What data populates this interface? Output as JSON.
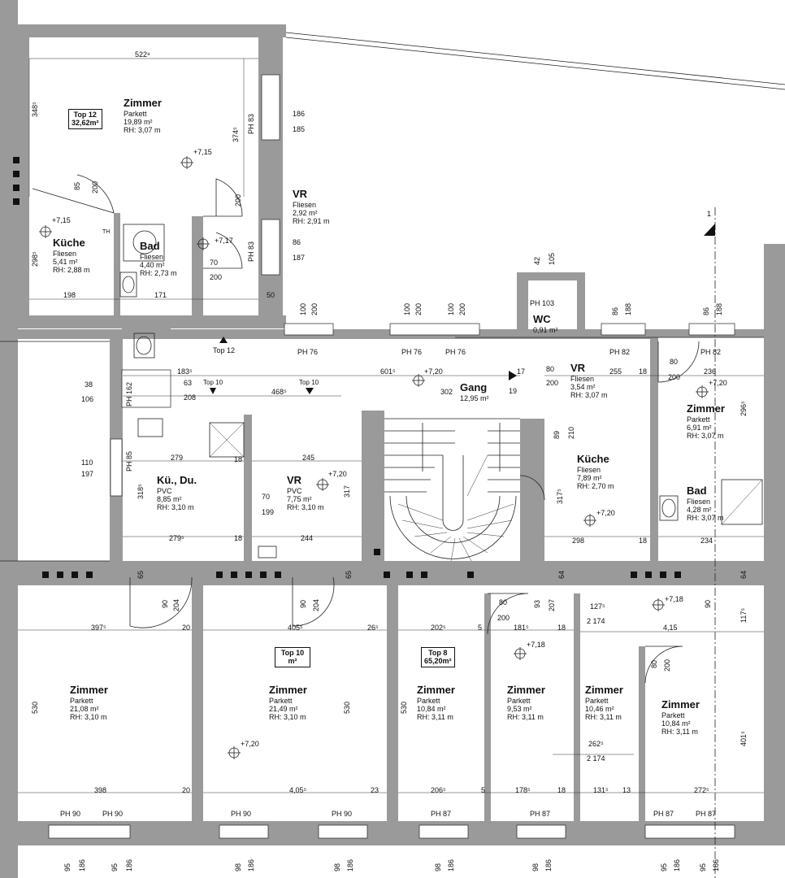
{
  "units": [
    {
      "id": "unit-12",
      "label": "Top 12",
      "area": "32,62m²"
    },
    {
      "id": "unit-10",
      "label": "Top 10",
      "area": "m²"
    },
    {
      "id": "unit-8",
      "label": "Top 8",
      "area": "65,20m²"
    }
  ],
  "rooms": [
    {
      "id": "t12-zimmer",
      "name": "Zimmer",
      "floor": "Parkett",
      "area": "19,89 m²",
      "rh": "RH: 3,07 m"
    },
    {
      "id": "t12-kueche",
      "name": "Küche",
      "floor": "Fliesen",
      "area": "5,41 m²",
      "rh": "RH: 2,88 m"
    },
    {
      "id": "t12-bad",
      "name": "Bad",
      "floor": "Fliesen",
      "area": "4,40 m²",
      "rh": "RH: 2,73 m"
    },
    {
      "id": "t12-vr",
      "name": "VR",
      "floor": "Fliesen",
      "area": "2,92 m²",
      "rh": "RH: 2,91 m"
    },
    {
      "id": "gang",
      "name": "Gang",
      "floor": "",
      "area": "12,95 m²",
      "rh": ""
    },
    {
      "id": "wc",
      "name": "WC",
      "floor": "",
      "area": "0,91 m²",
      "rh": ""
    },
    {
      "id": "t8-vr",
      "name": "VR",
      "floor": "Fliesen",
      "area": "3,54 m²",
      "rh": "RH: 3,07 m"
    },
    {
      "id": "t8-zimmer-ne",
      "name": "Zimmer",
      "floor": "Parkett",
      "area": "6,91 m²",
      "rh": "RH: 3,07 m"
    },
    {
      "id": "t10-kue-du",
      "name": "Kü., Du.",
      "floor": "PVC",
      "area": "8,85 m²",
      "rh": "RH: 3,10 m"
    },
    {
      "id": "t10-vr",
      "name": "VR",
      "floor": "PVC",
      "area": "7,75 m²",
      "rh": "RH: 3,10 m"
    },
    {
      "id": "t8-kueche",
      "name": "Küche",
      "floor": "Fliesen",
      "area": "7,89 m²",
      "rh": "RH: 2,70 m"
    },
    {
      "id": "t8-bad",
      "name": "Bad",
      "floor": "Fliesen",
      "area": "4,28 m²",
      "rh": "RH: 3,07 m"
    },
    {
      "id": "t10-zimmer-1",
      "name": "Zimmer",
      "floor": "Parkett",
      "area": "21,08 m²",
      "rh": "RH: 3,10 m"
    },
    {
      "id": "t10-zimmer-2",
      "name": "Zimmer",
      "floor": "Parkett",
      "area": "21,49 m²",
      "rh": "RH: 3,10 m"
    },
    {
      "id": "t8-zimmer-1",
      "name": "Zimmer",
      "floor": "Parkett",
      "area": "10,84 m²",
      "rh": "RH: 3,11 m"
    },
    {
      "id": "t8-zimmer-2",
      "name": "Zimmer",
      "floor": "Parkett",
      "area": "9,53 m²",
      "rh": "RH: 3,11 m"
    },
    {
      "id": "t8-zimmer-3",
      "name": "Zimmer",
      "floor": "Parkett",
      "area": "10,46 m²",
      "rh": "RH: 3,11 m"
    },
    {
      "id": "t8-zimmer-4",
      "name": "Zimmer",
      "floor": "Parkett",
      "area": "10,84 m²",
      "rh": "RH: 3,11 m"
    }
  ],
  "elevations": [
    "+7,15",
    "+7,15",
    "+7,17",
    "+7,20",
    "+7,20",
    "+7,20",
    "+7,20",
    "+7,18",
    "+7,18",
    "+7,20"
  ],
  "parapet_heights": [
    "PH 83",
    "PH 83",
    "PH 76",
    "PH 76",
    "PH 76",
    "PH 103",
    "PH 82",
    "PH 82",
    "PH 162",
    "PH 85",
    "PH 90",
    "PH 90",
    "PH 90",
    "PH 90",
    "PH 87",
    "PH 87",
    "PH 87",
    "PH 87"
  ],
  "tags": {
    "top12": "Top 12",
    "top10a": "Top 10",
    "top10b": "Top 10",
    "section": "1",
    "th": "TH"
  },
  "dims_h": [
    "522⁸",
    "198",
    "171",
    "50",
    "183⁵",
    "468⁵",
    "601⁵",
    "302",
    "255",
    "18",
    "236",
    "279",
    "18",
    "245",
    "279⁵",
    "18",
    "244",
    "298",
    "18",
    "234",
    "397⁵",
    "20",
    "405⁵",
    "26⁵",
    "202⁵",
    "5",
    "181⁵",
    "18",
    "4,15",
    "127⁵",
    "2 174",
    "398",
    "20",
    "4,05⁵",
    "23",
    "206⁵",
    "5",
    "178⁵",
    "18",
    "131⁵",
    "13",
    "272⁵",
    "262⁵",
    "2 174",
    "208",
    "63",
    "17",
    "19",
    "80",
    "200",
    "80",
    "200",
    "70",
    "200",
    "70",
    "199",
    "80",
    "200",
    "38",
    "106",
    "110",
    "197",
    "186",
    "185",
    "86",
    "187"
  ],
  "dims_v": [
    "348⁵",
    "374⁵",
    "298⁵",
    "318⁵",
    "317",
    "317⁵",
    "296⁵",
    "530",
    "530",
    "530",
    "401⁵",
    "117⁵",
    "210",
    "89",
    "65",
    "65",
    "64",
    "64",
    "93",
    "207",
    "90",
    "204",
    "90",
    "204",
    "90",
    "80",
    "200",
    "85",
    "200",
    "200",
    "42",
    "105"
  ],
  "sill_dims": [
    "100",
    "200",
    "100",
    "200",
    "100",
    "200",
    "86",
    "188",
    "86",
    "188",
    "95",
    "186",
    "95",
    "186",
    "98",
    "186",
    "98",
    "186",
    "98",
    "186",
    "95",
    "186",
    "95",
    "186",
    "98",
    "186"
  ]
}
